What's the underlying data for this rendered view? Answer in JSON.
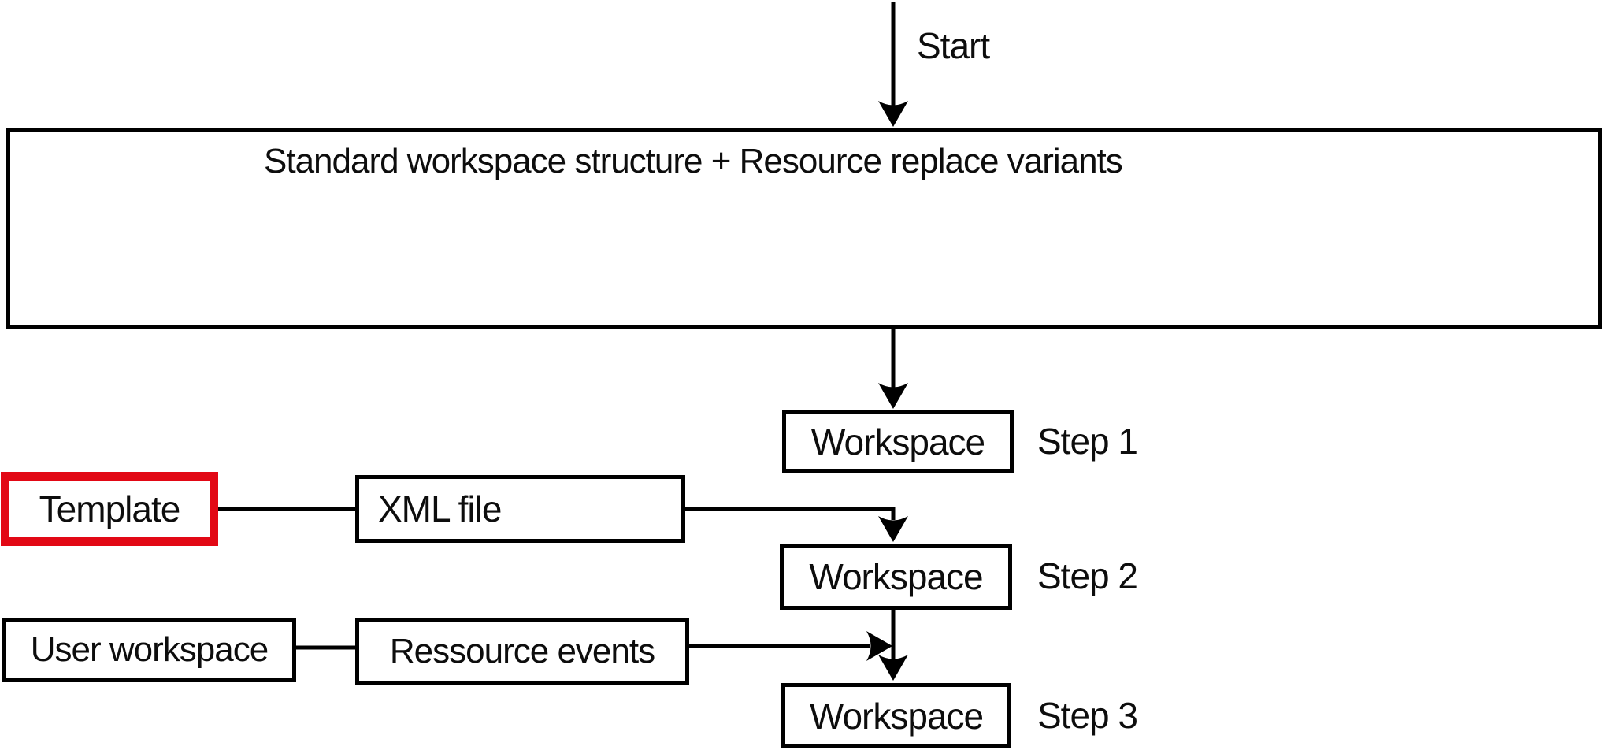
{
  "diagram": {
    "start_label": "Start",
    "main_box": {
      "title": "Standard workspace structure + Resource replace variants"
    },
    "steps": [
      {
        "box_label": "Workspace",
        "step_label": "Step 1"
      },
      {
        "box_label": "Workspace",
        "step_label": "Step 2"
      },
      {
        "box_label": "Workspace",
        "step_label": "Step 3"
      }
    ],
    "inputs": {
      "template": {
        "label": "Template"
      },
      "xml_file": {
        "label": "XML file"
      },
      "user_workspace": {
        "label": "User workspace"
      },
      "ressource_events": {
        "label": "Ressource events"
      }
    }
  },
  "icons": {
    "arrow_down": "down-arrowhead",
    "arrow_right": "right-arrowhead"
  },
  "colors": {
    "accent": "#e20815",
    "line": "#000000",
    "text": "#0d0d0d",
    "bg": "#ffffff"
  }
}
